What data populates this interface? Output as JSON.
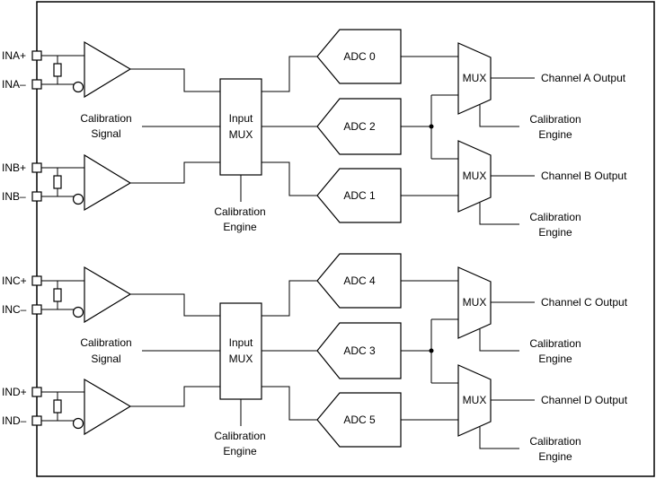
{
  "pins": {
    "a_pos": "INA+",
    "a_neg": "INA–",
    "b_pos": "INB+",
    "b_neg": "INB–",
    "c_pos": "INC+",
    "c_neg": "INC–",
    "d_pos": "IND+",
    "d_neg": "IND–"
  },
  "calibration_signal": [
    "Calibration",
    "Signal"
  ],
  "input_mux": [
    "Input",
    "MUX"
  ],
  "calibration_engine": [
    "Calibration",
    "Engine"
  ],
  "adcs": [
    "ADC 0",
    "ADC 2",
    "ADC 1",
    "ADC 4",
    "ADC 3",
    "ADC 5"
  ],
  "mux_label": "MUX",
  "outputs": [
    "Channel A Output",
    "Channel B Output",
    "Channel C Output",
    "Channel D Output"
  ],
  "colors": {
    "line": "#000000",
    "background": "#ffffff"
  }
}
